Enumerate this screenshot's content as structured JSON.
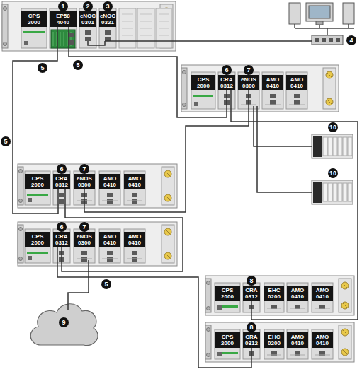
{
  "diagram": {
    "nodes": [
      {
        "text": [
          "CPS 2000"
        ]
      },
      {
        "text": [
          "EP58 4040"
        ]
      },
      {
        "text": [
          "eNOC 0301"
        ]
      },
      {
        "text": [
          "eNOC 0321"
        ]
      },
      {
        "text": [
          "CPS 2000"
        ]
      },
      {
        "text": [
          "CRA 0312"
        ]
      },
      {
        "text": [
          "eNOS 0300"
        ]
      },
      {
        "text": [
          "AMO 0410"
        ]
      },
      {
        "text": [
          "AMO 0410"
        ]
      },
      {
        "text": [
          "CPS 2000"
        ]
      },
      {
        "text": [
          "CRA 0312"
        ]
      },
      {
        "text": [
          "eNOS 0300"
        ]
      },
      {
        "text": [
          "AMO 0410"
        ]
      },
      {
        "text": [
          "AMO 0410"
        ]
      },
      {
        "text": [
          "CPS 2000"
        ]
      },
      {
        "text": [
          "CRA 0312"
        ]
      },
      {
        "text": [
          "eNOS 0300"
        ]
      },
      {
        "text": [
          "AMO 0410"
        ]
      },
      {
        "text": [
          "AMO 0410"
        ]
      },
      {
        "text": [
          "CPS 2000"
        ]
      },
      {
        "text": [
          "CRA 0312"
        ]
      },
      {
        "text": [
          "EHC 0200"
        ]
      },
      {
        "text": [
          "AMO 0410"
        ]
      },
      {
        "text": [
          "AMO 0410"
        ]
      },
      {
        "text": [
          "CPS 2000"
        ]
      },
      {
        "text": [
          "CRA 0312"
        ]
      },
      {
        "text": [
          "EHC 0200"
        ]
      },
      {
        "text": [
          "AMO 0410"
        ]
      },
      {
        "text": [
          "AMO 0410"
        ]
      }
    ],
    "edges": [
      {
        "from": 1,
        "to": 5,
        "arrow": "none"
      },
      {
        "from": 1,
        "to": 10,
        "arrow": "none"
      },
      {
        "from": 10,
        "to": 15,
        "arrow": "none"
      },
      {
        "from": 15,
        "to": 25,
        "arrow": "none"
      },
      {
        "from": 5,
        "to": 20,
        "arrow": "none"
      },
      {
        "from": 6,
        "to": 11,
        "arrow": "none"
      }
    ],
    "labels": [
      "1",
      "2",
      "3",
      "4",
      "5",
      "5",
      "6",
      "7",
      "10",
      "5",
      "6",
      "7",
      "10",
      "6",
      "7",
      "5",
      "8",
      "9",
      "8"
    ]
  }
}
